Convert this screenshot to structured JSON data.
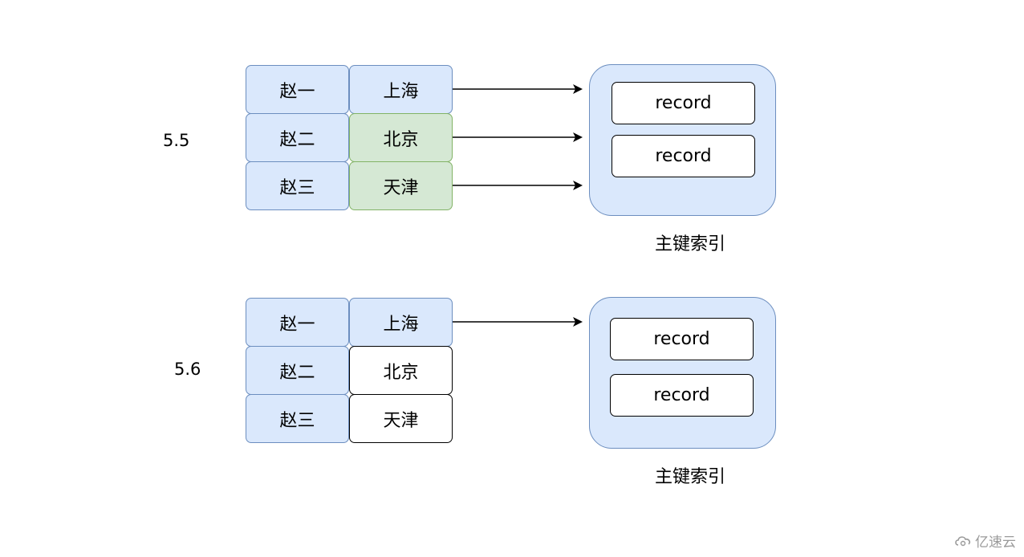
{
  "groups": [
    {
      "version": "5.5",
      "rows": [
        {
          "name": "赵一",
          "city": "上海"
        },
        {
          "name": "赵二",
          "city": "北京"
        },
        {
          "name": "赵三",
          "city": "天津"
        }
      ],
      "records": [
        "record",
        "record"
      ],
      "index_caption": "主键索引"
    },
    {
      "version": "5.6",
      "rows": [
        {
          "name": "赵一",
          "city": "上海"
        },
        {
          "name": "赵二",
          "city": "北京"
        },
        {
          "name": "赵三",
          "city": "天津"
        }
      ],
      "records": [
        "record",
        "record"
      ],
      "index_caption": "主键索引"
    }
  ],
  "colors": {
    "blue_fill": "#dae8fc",
    "blue_stroke": "#6c8ebf",
    "green_fill": "#d5e8d4",
    "green_stroke": "#82b366"
  },
  "watermark": {
    "text": "亿速云",
    "icon": "cloud-logo-icon"
  }
}
